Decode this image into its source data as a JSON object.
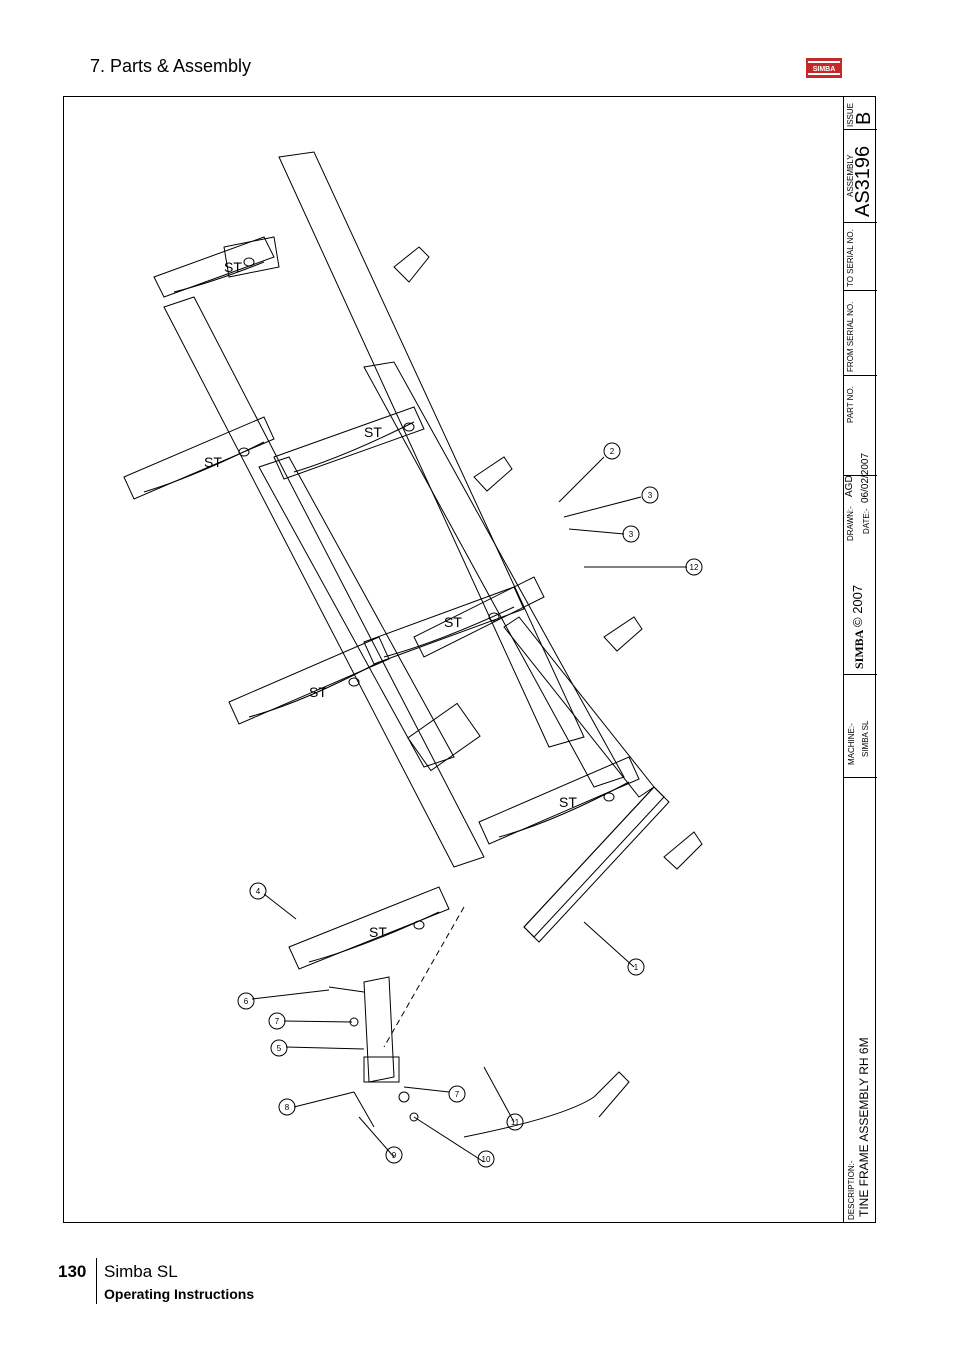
{
  "header": {
    "section_title": "7. Parts & Assembly",
    "logo_text": "SIMBA"
  },
  "title_block": {
    "issue_label": "ISSUE",
    "issue_value": "B",
    "assembly_label": "ASSEMBLY",
    "assembly_value": "AS3196",
    "to_serial_label": "TO SERIAL NO.",
    "from_serial_label": "FROM SERIAL NO.",
    "part_no_label": "PART NO.",
    "drawn_label": "DRAWN:-",
    "drawn_value": "AGD",
    "date_label": "DATE:-",
    "date_value": "06/02/2007",
    "copyright": "© 2007",
    "brand": "SIMBA",
    "machine_label": "MACHINE:-",
    "machine_value": "SIMBA SL",
    "description_label": "DESCRIPTION:-",
    "description_value": "TINE FRAME ASSEMBLY RH 6M"
  },
  "callouts": [
    "1",
    "2",
    "3",
    "3",
    "4",
    "5",
    "6",
    "7",
    "7",
    "8",
    "9",
    "10",
    "11",
    "12"
  ],
  "footer": {
    "page_number": "130",
    "product_name": "Simba SL",
    "doc_type": "Operating Instructions"
  }
}
